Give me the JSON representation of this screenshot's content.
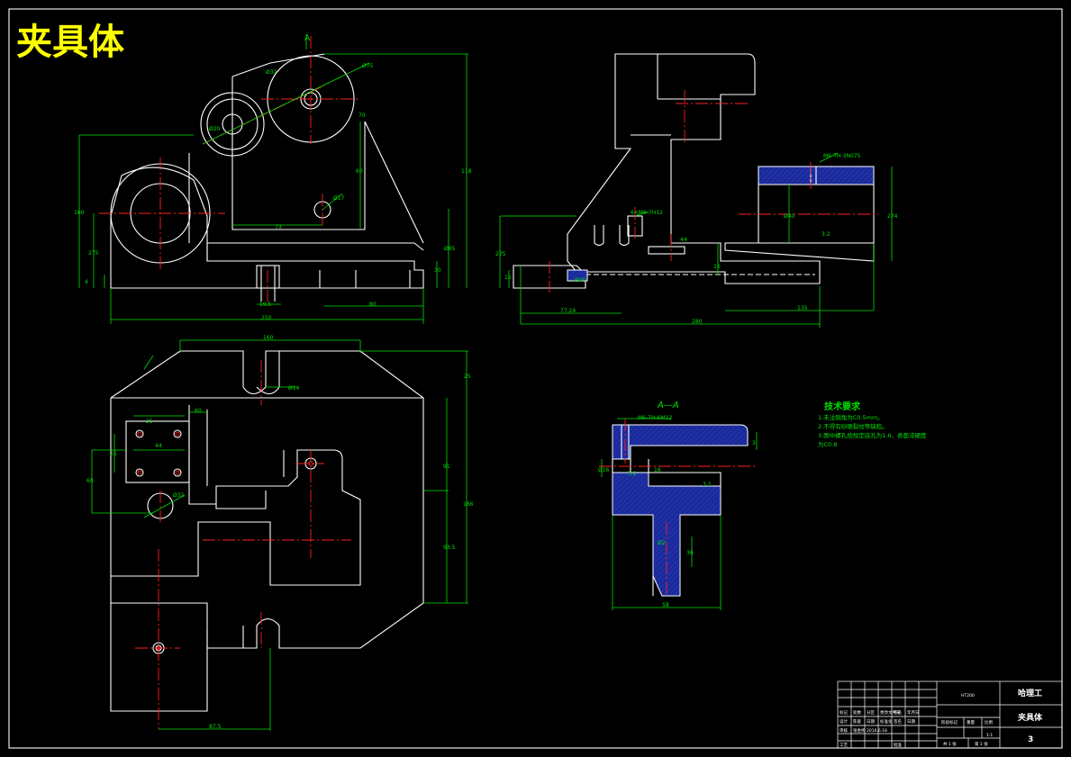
{
  "drawing": {
    "title": "夹具体",
    "section_label": "A—A",
    "view_marker": "A"
  },
  "tech_requirements": {
    "heading": "技术要求",
    "lines": [
      "1.未注倒角为C0.5mm。",
      "2.不得有砂眼裂纹等缺陷。",
      "3.图中螺孔按规定底孔为1.6，表面淬硬度",
      "为C0.8"
    ]
  },
  "dimensions": {
    "front": [
      "Ø75",
      "Ø32",
      "Ø20",
      "70",
      "160",
      "275",
      "73",
      "Ø17",
      "60",
      "30",
      "4",
      "19.5",
      "80",
      "250",
      "Ø65",
      "118"
    ],
    "side": [
      "6×M6-7H12",
      "M6-7H-3N075",
      "3.2",
      "Ø40",
      "274",
      "15",
      "16",
      "Ø40",
      "275",
      "77.24",
      "280",
      "135",
      "44"
    ],
    "plan": [
      "160",
      "25",
      "Ø14",
      "60",
      "25",
      "44",
      "25",
      "60",
      "Ø32",
      "91",
      "166",
      "93.5",
      "87.5"
    ],
    "section": [
      "M6-7H-6M12",
      "Ø16",
      "16",
      "3.2",
      "3.2",
      "36",
      "58",
      "Ø2",
      "3"
    ]
  },
  "title_block": {
    "part_name": "夹具体",
    "school": "哈理工",
    "drawing_no": "3",
    "material": "HT200",
    "scale": "1:1",
    "sheet_total": "共 1 张",
    "sheet_index": "第 1 张",
    "row_labels": [
      "标记",
      "处数",
      "分区",
      "更改文件号",
      "签名",
      "年月日"
    ],
    "row_labels2": [
      "设计",
      "陈俊",
      "日期",
      "标准化",
      "签名",
      "日期"
    ],
    "row_labels3": [
      "审核",
      "张金桥",
      "2016.6.18"
    ],
    "row_labels4": [
      "工艺",
      "批准"
    ],
    "col_labels": [
      "阶段标记",
      "重量",
      "比例"
    ]
  }
}
